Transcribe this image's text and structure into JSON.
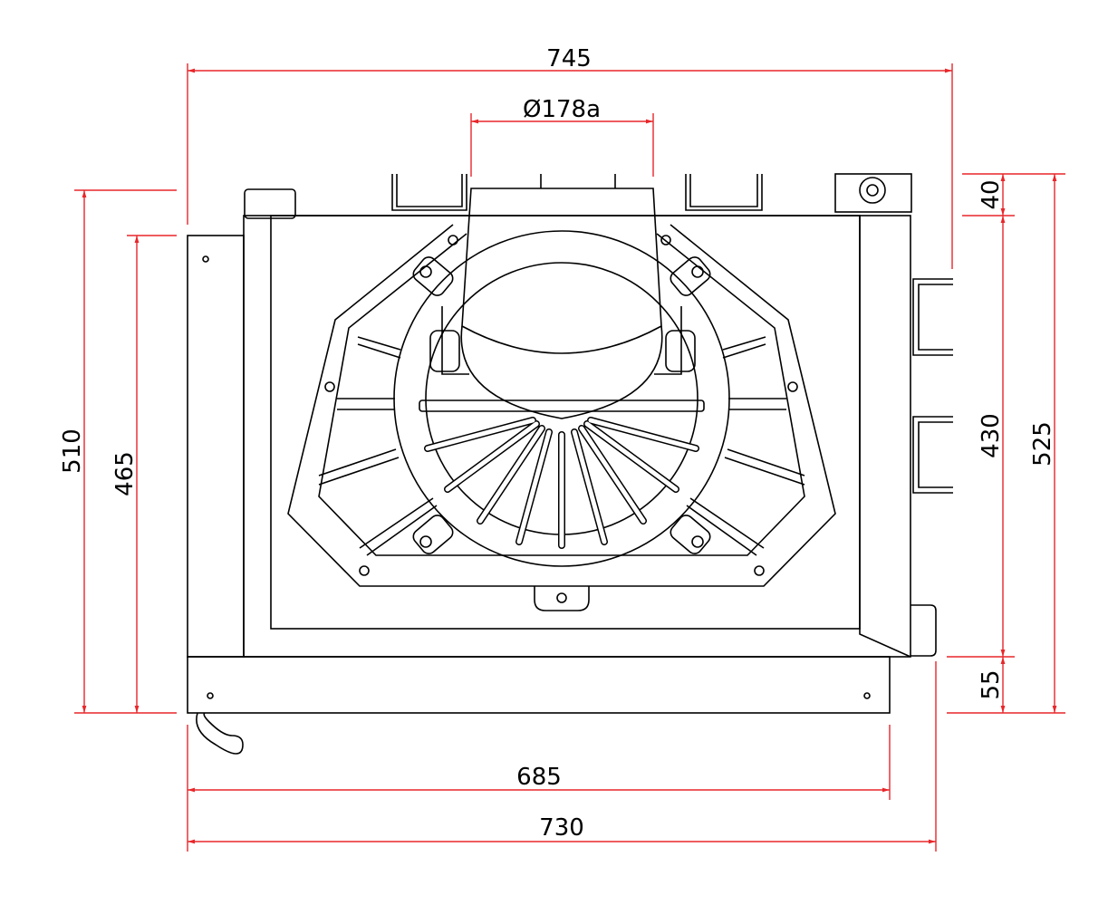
{
  "dimensions": {
    "overall_width_top": "745",
    "duct_diameter": "Ø178a",
    "height_left_outer": "510",
    "height_left_inner": "465",
    "top_offset_right": "40",
    "height_right_inner": "430",
    "bottom_offset_right": "55",
    "height_right_outer": "525",
    "width_base": "685",
    "width_overall_bottom": "730"
  },
  "colors": {
    "dimension": "#e8262a",
    "outline": "#000000"
  }
}
